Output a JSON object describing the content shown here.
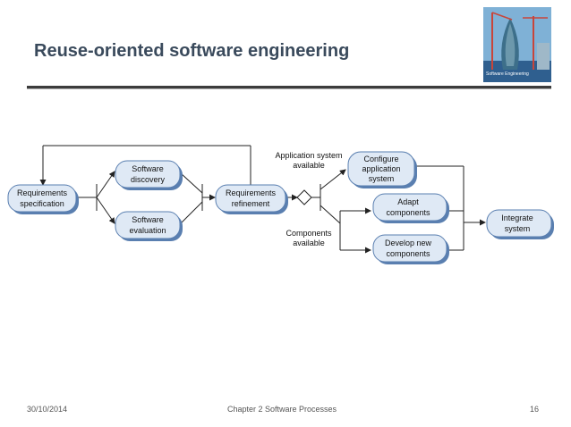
{
  "slide": {
    "title": "Reuse-oriented software engineering"
  },
  "book_cover": {
    "title": "Software Engineering"
  },
  "diagram": {
    "nodes": {
      "requirements_specification": [
        "Requirements",
        "specification"
      ],
      "software_discovery": [
        "Software",
        "discovery"
      ],
      "software_evaluation": [
        "Software",
        "evaluation"
      ],
      "requirements_refinement": [
        "Requirements",
        "refinement"
      ],
      "configure_application_system": [
        "Configure",
        "application",
        "system"
      ],
      "adapt_components": [
        "Adapt",
        "components"
      ],
      "develop_new_components": [
        "Develop new",
        "components"
      ],
      "integrate_system": [
        "Integrate",
        "system"
      ]
    },
    "labels": {
      "application_system_available": [
        "Application system",
        "available"
      ],
      "components_available": [
        "Components",
        "available"
      ]
    }
  },
  "footer": {
    "date": "30/10/2014",
    "chapter": "Chapter 2 Software Processes",
    "page": "16"
  },
  "colors": {
    "title": "#3a4a5c",
    "node_fill": "#dfe9f5",
    "node_stroke": "#5a7fb0"
  }
}
